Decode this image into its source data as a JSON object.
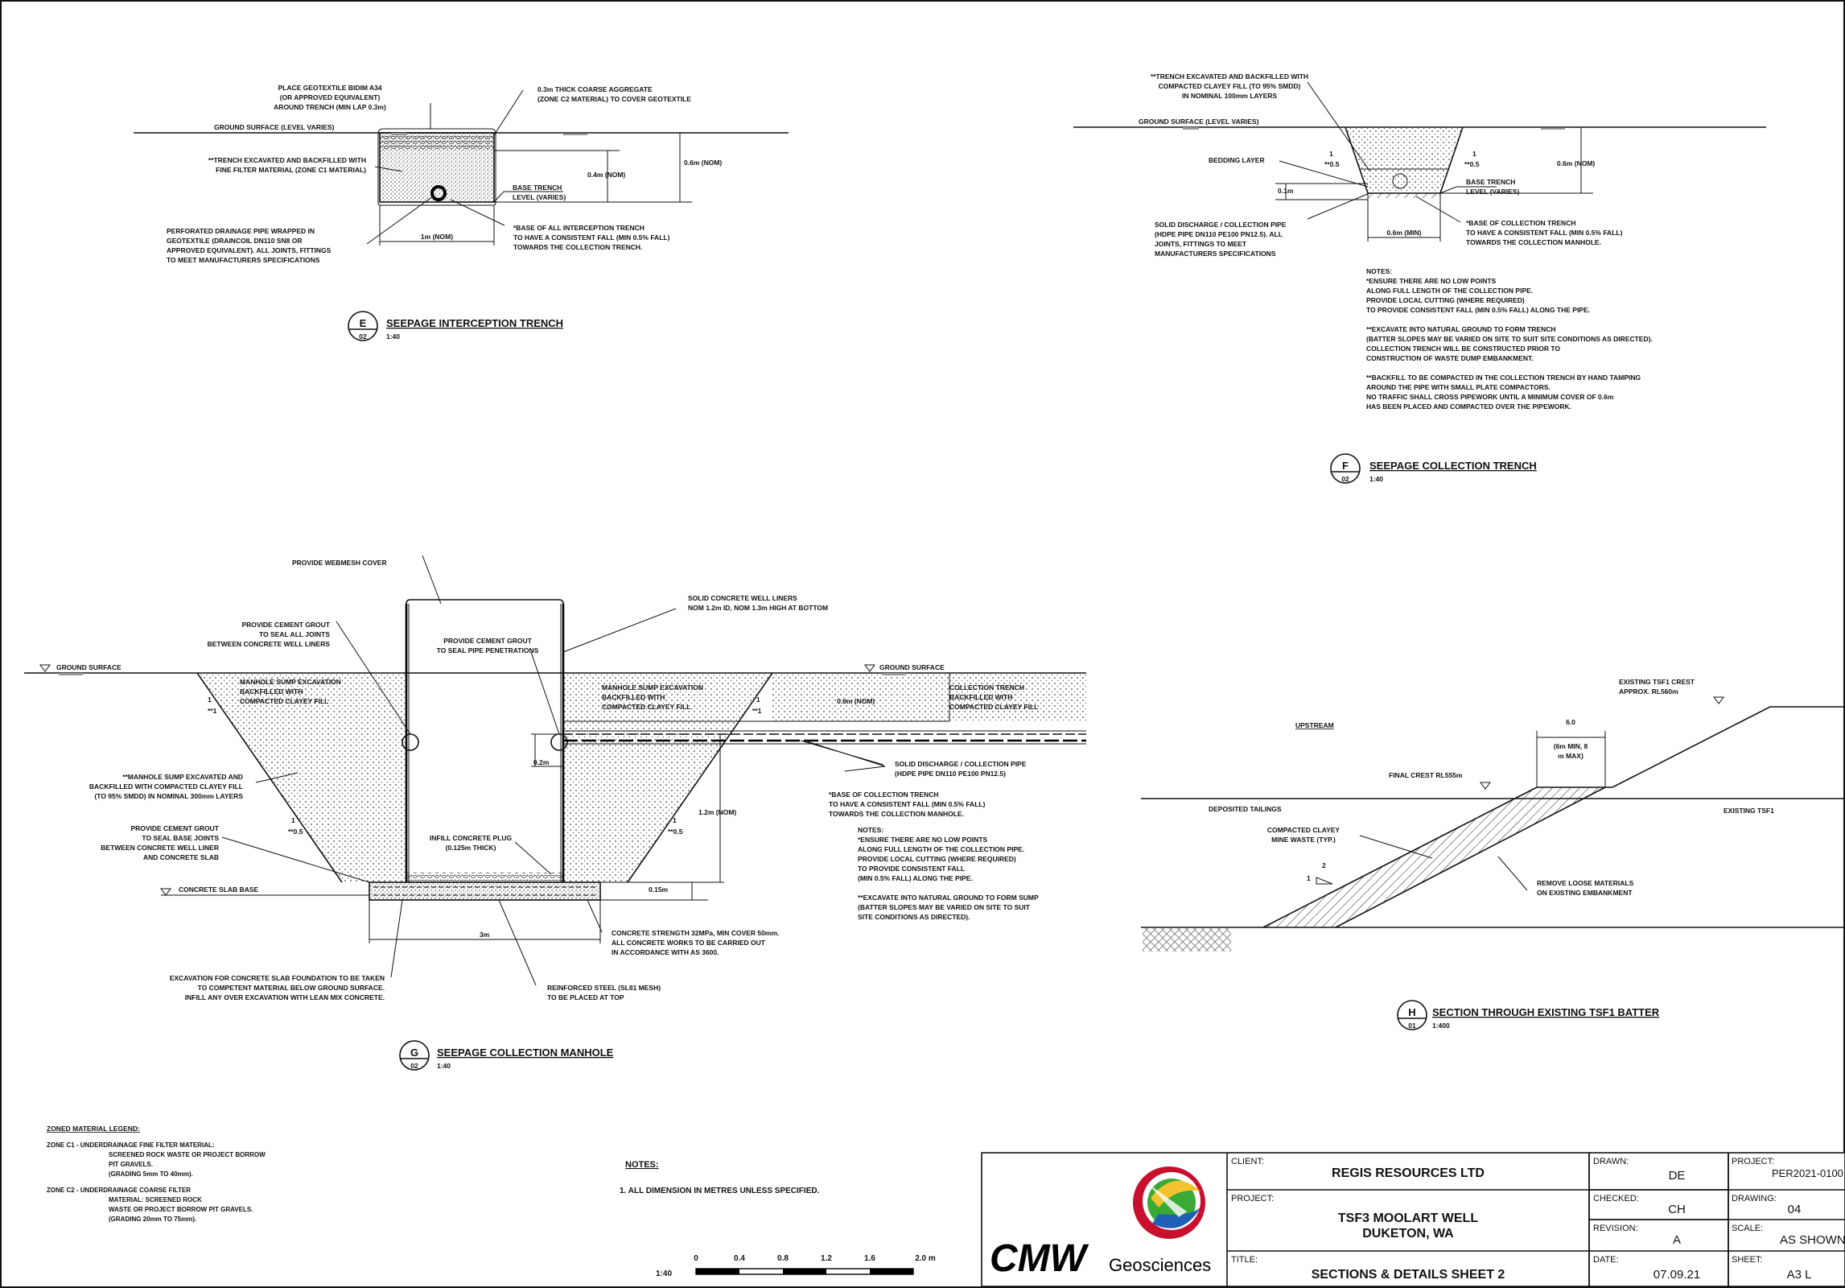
{
  "section_e": {
    "title": "SEEPAGE INTERCEPTION TRENCH",
    "letter": "E",
    "sheet_ref": "02",
    "scale": "1:40",
    "labels": {
      "geotextile_1": "PLACE GEOTEXTILE BIDIM A34",
      "geotextile_2": "(OR APPROVED EQUIVALENT)",
      "geotextile_3": "AROUND TRENCH (MIN LAP 0.3m)",
      "ground_surface": "GROUND SURFACE (LEVEL VARIES)",
      "aggregate_1": "0.3m THICK COARSE AGGREGATE",
      "aggregate_2": "(ZONE C2 MATERIAL) TO COVER GEOTEXTILE",
      "backfill_1": "**TRENCH EXCAVATED AND BACKFILLED WITH",
      "backfill_2": "FINE FILTER MATERIAL (ZONE C1 MATERIAL)",
      "dim_06": "0.6m (NOM)",
      "dim_04": "0.4m (NOM)",
      "base_trench_1": "BASE TRENCH",
      "base_trench_2": "LEVEL (VARIES)",
      "pipe_1": "PERFORATED DRAINAGE PIPE WRAPPED IN",
      "pipe_2": "GEOTEXTILE (DRAINCOIL DN110 SN8 OR",
      "pipe_3": "APPROVED EQUIVALENT). ALL JOINTS, FITTINGS",
      "pipe_4": "TO MEET MANUFACTURERS SPECIFICATIONS",
      "dim_1m": "1m (NOM)",
      "fall_1": "*BASE OF ALL INTERCEPTION TRENCH",
      "fall_2": "TO HAVE A CONSISTENT FALL (MIN 0.5% FALL)",
      "fall_3": "TOWARDS THE COLLECTION TRENCH."
    }
  },
  "section_f": {
    "title": "SEEPAGE COLLECTION TRENCH",
    "letter": "F",
    "sheet_ref": "02",
    "scale": "1:40",
    "labels": {
      "trench_1": "**TRENCH EXCAVATED AND BACKFILLED WITH",
      "trench_2": "COMPACTED CLAYEY FILL (TO 95% SMDD)",
      "trench_3": "IN NOMINAL 100mm LAYERS",
      "ground_surface": "GROUND SURFACE (LEVEL VARIES)",
      "bedding": "BEDDING LAYER",
      "slope_1": "1",
      "slope_05": "**0.5",
      "dim_01": "0.1m",
      "dim_06": "0.6m (NOM)",
      "base_trench_1": "BASE TRENCH",
      "base_trench_2": "LEVEL (VARIES)",
      "pipe_1": "SOLID DISCHARGE / COLLECTION PIPE",
      "pipe_2": "(HDPE PIPE DN110 PE100 PN12.5). ALL",
      "pipe_3": "JOINTS, FITTINGS TO MEET",
      "pipe_4": "MANUFACTURERS SPECIFICATIONS",
      "dim_min": "0.6m (MIN)",
      "fall_1": "*BASE OF COLLECTION TRENCH",
      "fall_2": "TO HAVE A CONSISTENT FALL (MIN 0.5% FALL)",
      "fall_3": "TOWARDS THE COLLECTION MANHOLE."
    },
    "notes": [
      "NOTES:",
      "*ENSURE THERE ARE NO LOW POINTS",
      "ALONG FULL LENGTH OF THE COLLECTION PIPE.",
      "PROVIDE LOCAL CUTTING (WHERE REQUIRED)",
      "TO PROVIDE CONSISTENT FALL (MIN 0.5% FALL) ALONG THE PIPE.",
      "",
      "**EXCAVATE INTO NATURAL GROUND TO FORM TRENCH",
      "(BATTER SLOPES MAY BE VARIED ON SITE TO SUIT SITE CONDITIONS AS DIRECTED).",
      "COLLECTION TRENCH WILL BE CONSTRUCTED PRIOR TO",
      "CONSTRUCTION OF WASTE DUMP EMBANKMENT.",
      "",
      "**BACKFILL TO BE COMPACTED IN THE COLLECTION TRENCH BY HAND TAMPING",
      "AROUND THE PIPE WITH SMALL PLATE COMPACTORS.",
      "NO TRAFFIC SHALL CROSS PIPEWORK UNTIL A MINIMUM COVER OF 0.6m",
      "HAS BEEN PLACED AND COMPACTED OVER THE PIPEWORK."
    ]
  },
  "section_g": {
    "title": "SEEPAGE COLLECTION MANHOLE",
    "letter": "G",
    "sheet_ref": "02",
    "scale": "1:40",
    "labels": {
      "webmesh": "PROVIDE WEBMESH COVER",
      "liners_1": "SOLID CONCRETE WELL LINERS",
      "liners_2": "NOM 1.2m ID, NOM 1.3m HIGH AT BOTTOM",
      "grout_joints_1": "PROVIDE CEMENT GROUT",
      "grout_joints_2": "TO SEAL ALL JOINTS",
      "grout_joints_3": "BETWEEN CONCRETE WELL LINERS",
      "grout_pipe_1": "PROVIDE CEMENT GROUT",
      "grout_pipe_2": "TO SEAL PIPE PENETRATIONS",
      "ground_left": "GROUND SURFACE",
      "ground_right": "GROUND SURFACE",
      "sump_left_1": "MANHOLE SUMP EXCAVATION",
      "sump_left_2": "BACKFILLED WITH",
      "sump_left_3": "COMPACTED CLAYEY FILL",
      "sump_right_1": "MANHOLE SUMP EXCAVATION",
      "sump_right_2": "BACKFILLED WITH",
      "sump_right_3": "COMPACTED CLAYEY FILL",
      "dim_06": "0.6m (NOM)",
      "coll_1": "COLLECTION TRENCH",
      "coll_2": "BACKFILLED WITH",
      "coll_3": "COMPACTED CLAYEY FILL",
      "slope_l1": "1",
      "slope_l2": "**1",
      "slope_r1": "1",
      "slope_r2": "**1",
      "sump_exc_1": "**MANHOLE SUMP EXCAVATED AND",
      "sump_exc_2": "BACKFILLED WITH COMPACTED CLAYEY FILL",
      "sump_exc_3": "(TO 95% SMDD) IN NOMINAL 300mm LAYERS",
      "dim_02": "0.2m",
      "pipe_1": "SOLID DISCHARGE / COLLECTION PIPE",
      "pipe_2": "(HDPE PIPE DN110 PE100 PN12.5)",
      "fall_1": "*BASE OF COLLECTION TRENCH",
      "fall_2": "TO HAVE A CONSISTENT FALL (MIN 0.5% FALL)",
      "fall_3": "TOWARDS THE COLLECTION MANHOLE.",
      "slope_b1": "1",
      "slope_b2": "**0.5",
      "slope_b3": "1",
      "slope_b4": "**0.5",
      "dim_12": "1.2m (NOM)",
      "grout_base_1": "PROVIDE CEMENT GROUT",
      "grout_base_2": "TO SEAL BASE JOINTS",
      "grout_base_3": "BETWEEN CONCRETE WELL LINER",
      "grout_base_4": "AND CONCRETE SLAB",
      "plug_1": "INFILL CONCRETE PLUG",
      "plug_2": "(0.125m THICK)",
      "slab_base": "CONCRETE SLAB BASE",
      "dim_015": "0.15m",
      "dim_3m": "3m",
      "concrete_1": "CONCRETE STRENGTH 32MPa, MIN COVER 50mm.",
      "concrete_2": "ALL CONCRETE WORKS TO BE CARRIED OUT",
      "concrete_3": "IN ACCORDANCE WITH AS 3600.",
      "excav_1": "EXCAVATION FOR CONCRETE SLAB FOUNDATION TO BE TAKEN",
      "excav_2": "TO COMPETENT MATERIAL BELOW GROUND SURFACE.",
      "excav_3": "INFILL ANY OVER EXCAVATION WITH LEAN MIX CONCRETE.",
      "steel_1": "REINFORCED STEEL (SL81 MESH)",
      "steel_2": "TO BE PLACED AT TOP"
    },
    "notes": [
      "NOTES:",
      "*ENSURE THERE ARE NO LOW POINTS",
      "ALONG FULL LENGTH OF THE COLLECTION PIPE.",
      "PROVIDE LOCAL CUTTING (WHERE REQUIRED)",
      "TO PROVIDE CONSISTENT FALL",
      "(MIN 0.5% FALL) ALONG THE PIPE.",
      "",
      "**EXCAVATE INTO NATURAL GROUND TO FORM SUMP",
      "(BATTER SLOPES MAY BE VARIED ON SITE TO SUIT",
      "SITE CONDITIONS AS DIRECTED)."
    ]
  },
  "section_h": {
    "title": "SECTION THROUGH EXISTING TSF1 BATTER",
    "letter": "H",
    "sheet_ref": "01",
    "scale": "1:400",
    "labels": {
      "crest_1": "EXISTING TSF1 CREST",
      "crest_2": "APPROX. RL560m",
      "upstream": "UPSTREAM",
      "dim_60": "6.0",
      "dim_range_1": "(6m MIN, 8",
      "dim_range_2": "m MAX)",
      "final_crest": "FINAL CREST RL555m",
      "tailings": "DEPOSITED TAILINGS",
      "existing": "EXISTING TSF1",
      "waste_1": "COMPACTED CLAYEY",
      "waste_2": "MINE WASTE (TYP.)",
      "slope_2": "2",
      "slope_1": "1",
      "remove_1": "REMOVE LOOSE MATERIALS",
      "remove_2": "ON EXISTING EMBANKMENT"
    }
  },
  "legend": {
    "title": "ZONED MATERIAL LEGEND:",
    "lines": [
      "ZONE C1 -  UNDERDRAINAGE FINE FILTER MATERIAL:",
      "SCREENED ROCK WASTE OR PROJECT BORROW",
      "PIT GRAVELS.",
      "(GRADING 5mm TO 40mm).",
      "ZONE C2 -  UNDERDRAINAGE COARSE FILTER",
      "MATERIAL: SCREENED ROCK",
      "WASTE OR PROJECT BORROW PIT GRAVELS.",
      "(GRADING 20mm TO 75mm)."
    ]
  },
  "general_notes": {
    "title": "NOTES:",
    "item": "1.    ALL DIMENSION IN METRES UNLESS SPECIFIED."
  },
  "scale_bar": {
    "ratio": "1:40",
    "ticks": [
      "0",
      "0.4",
      "0.8",
      "1.2",
      "1.6",
      "2.0  m"
    ]
  },
  "title_block": {
    "logo_text": "CMW",
    "logo_sub": "Geosciences",
    "client_label": "CLIENT:",
    "client": "REGIS RESOURCES LTD",
    "project_label": "PROJECT:",
    "project_1": "TSF3 MOOLART WELL",
    "project_2": "DUKETON, WA",
    "title_label": "TITLE:",
    "title": "SECTIONS & DETAILS SHEET 2",
    "drawn_label": "DRAWN:",
    "drawn": "DE",
    "checked_label": "CHECKED:",
    "checked": "CH",
    "revision_label": "REVISION:",
    "revision": "A",
    "date_label": "DATE:",
    "date": "07.09.21",
    "proj_no_label": "PROJECT:",
    "proj_no": "PER2021-0100",
    "drawing_label": "DRAWING:",
    "drawing": "04",
    "scale_label": "SCALE:",
    "scale": "AS SHOWN",
    "sheet_label": "SHEET:",
    "sheet": "A3 L"
  },
  "colors": {
    "line": "#111111",
    "logo_red": "#c8102e",
    "logo_green": "#3aa935",
    "logo_blue": "#1f5fb5",
    "logo_yellow": "#f2c230"
  }
}
